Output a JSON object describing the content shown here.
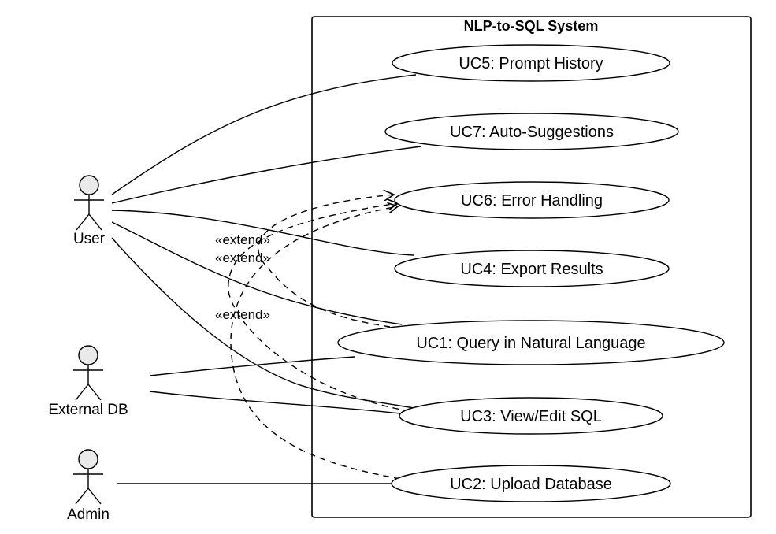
{
  "system": {
    "title": "NLP-to-SQL System"
  },
  "actors": {
    "user": "User",
    "external_db": "External DB",
    "admin": "Admin"
  },
  "use_cases": {
    "uc5": "UC5: Prompt History",
    "uc7": "UC7: Auto-Suggestions",
    "uc6": "UC6: Error Handling",
    "uc4": "UC4: Export Results",
    "uc1": "UC1: Query in Natural Language",
    "uc3": "UC3: View/Edit SQL",
    "uc2": "UC2: Upload Database"
  },
  "extend_labels": {
    "first": "«extend»",
    "second": "«extend»",
    "third": "«extend»"
  }
}
